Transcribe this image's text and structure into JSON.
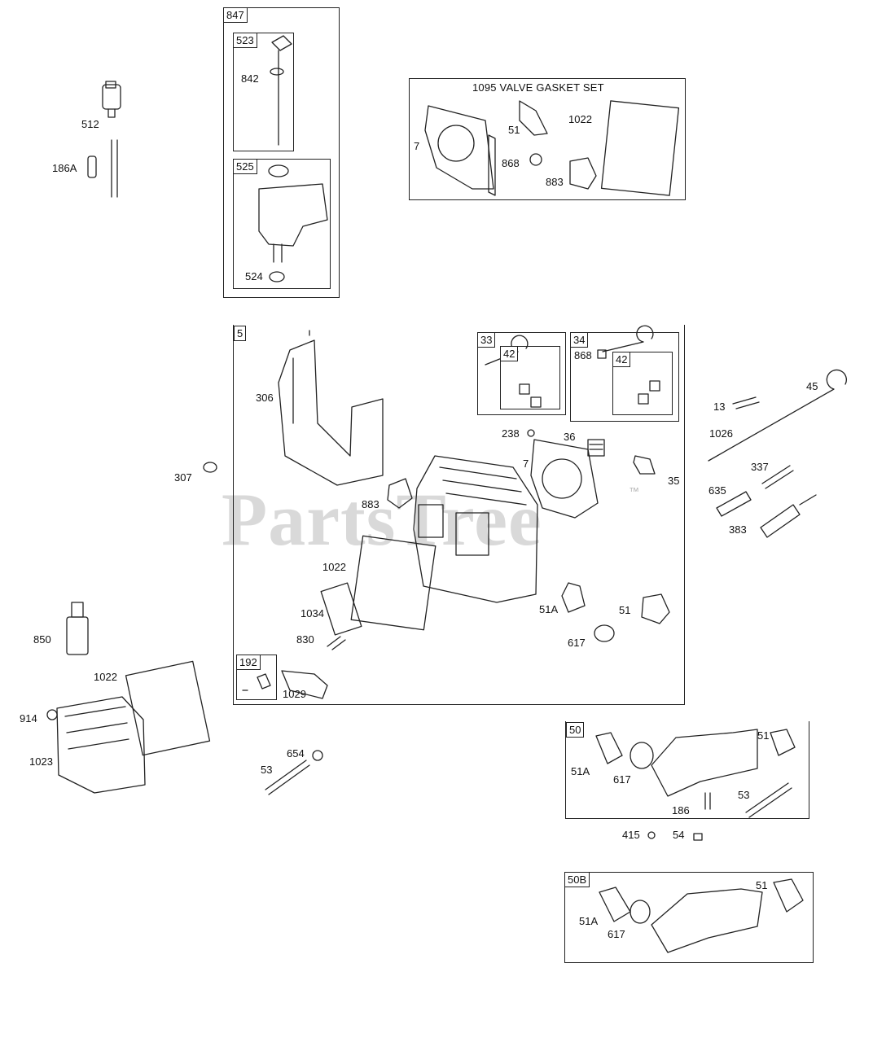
{
  "watermark": {
    "text": "PartsTree",
    "tm": "™"
  },
  "boxes": {
    "b847": "847",
    "b523": "523",
    "b525": "525",
    "b1095": "1095 VALVE GASKET SET",
    "b5": "5",
    "b33": "33",
    "b42a": "42",
    "b34": "34",
    "b42b": "42",
    "b192": "192",
    "b50": "50",
    "b50b": "50B"
  },
  "labels": {
    "l512": "512",
    "l186a": "186A",
    "l842": "842",
    "l524": "524",
    "l7a": "7",
    "l51a": "51",
    "l1022a": "1022",
    "l868a": "868",
    "l883a": "883",
    "l306": "306",
    "l307": "307",
    "l238": "238",
    "l36": "36",
    "l7b": "7",
    "l35": "35",
    "l868b": "868",
    "l883b": "883",
    "l1022b": "1022",
    "l1034": "1034",
    "l830": "830",
    "l1029": "1029",
    "l51ab": "51A",
    "l51b": "51",
    "l617a": "617",
    "l13": "13",
    "l45": "45",
    "l1026": "1026",
    "l337": "337",
    "l635": "635",
    "l383": "383",
    "l850": "850",
    "l1022c": "1022",
    "l914": "914",
    "l1023": "1023",
    "l654": "654",
    "l53a": "53",
    "l51ac": "51A",
    "l617b": "617",
    "l51c": "51",
    "l186": "186",
    "l53b": "53",
    "l415": "415",
    "l54": "54",
    "l51ad": "51A",
    "l617c": "617",
    "l51d": "51"
  }
}
